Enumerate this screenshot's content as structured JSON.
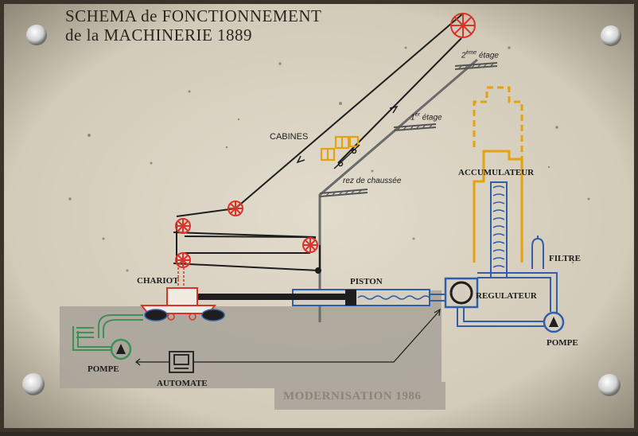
{
  "title": {
    "line1": "SCHEMA de FONCTIONNEMENT",
    "line2": "de la MACHINERIE 1889"
  },
  "labels": {
    "cabines": "CABINES",
    "etage2_num": "2",
    "etage2_sup": "ème",
    "etage2_word": "étage",
    "etage1_num": "1",
    "etage1_sup": "er",
    "etage1_word": "étage",
    "rez": "rez de chaussée",
    "accumulateur": "ACCUMULATEUR",
    "filtre": "FILTRE",
    "regulateur": "REGULATEUR",
    "pompe_right": "POMPE",
    "piston": "PISTON",
    "chariot": "CHARIOT",
    "pompe_left": "POMPE",
    "automate": "AUTOMATE",
    "modernisation": "MODERNISATION 1986"
  },
  "colors": {
    "panel": "#d9d2c2",
    "panel_grey": "#a9a397",
    "cable": "#1e1e1e",
    "wheel": "#d8342a",
    "cabin": "#e6a10e",
    "accumulator": "#e6a10e",
    "hydraulic": "#2f5fa8",
    "pump_green": "#3f8f58",
    "track": "#6b6b6b"
  },
  "icons": {
    "pulley": "pulley-wheel-icon",
    "pump": "pump-icon",
    "automaton": "computer-terminal-icon",
    "screw": "mounting-screw-icon"
  }
}
